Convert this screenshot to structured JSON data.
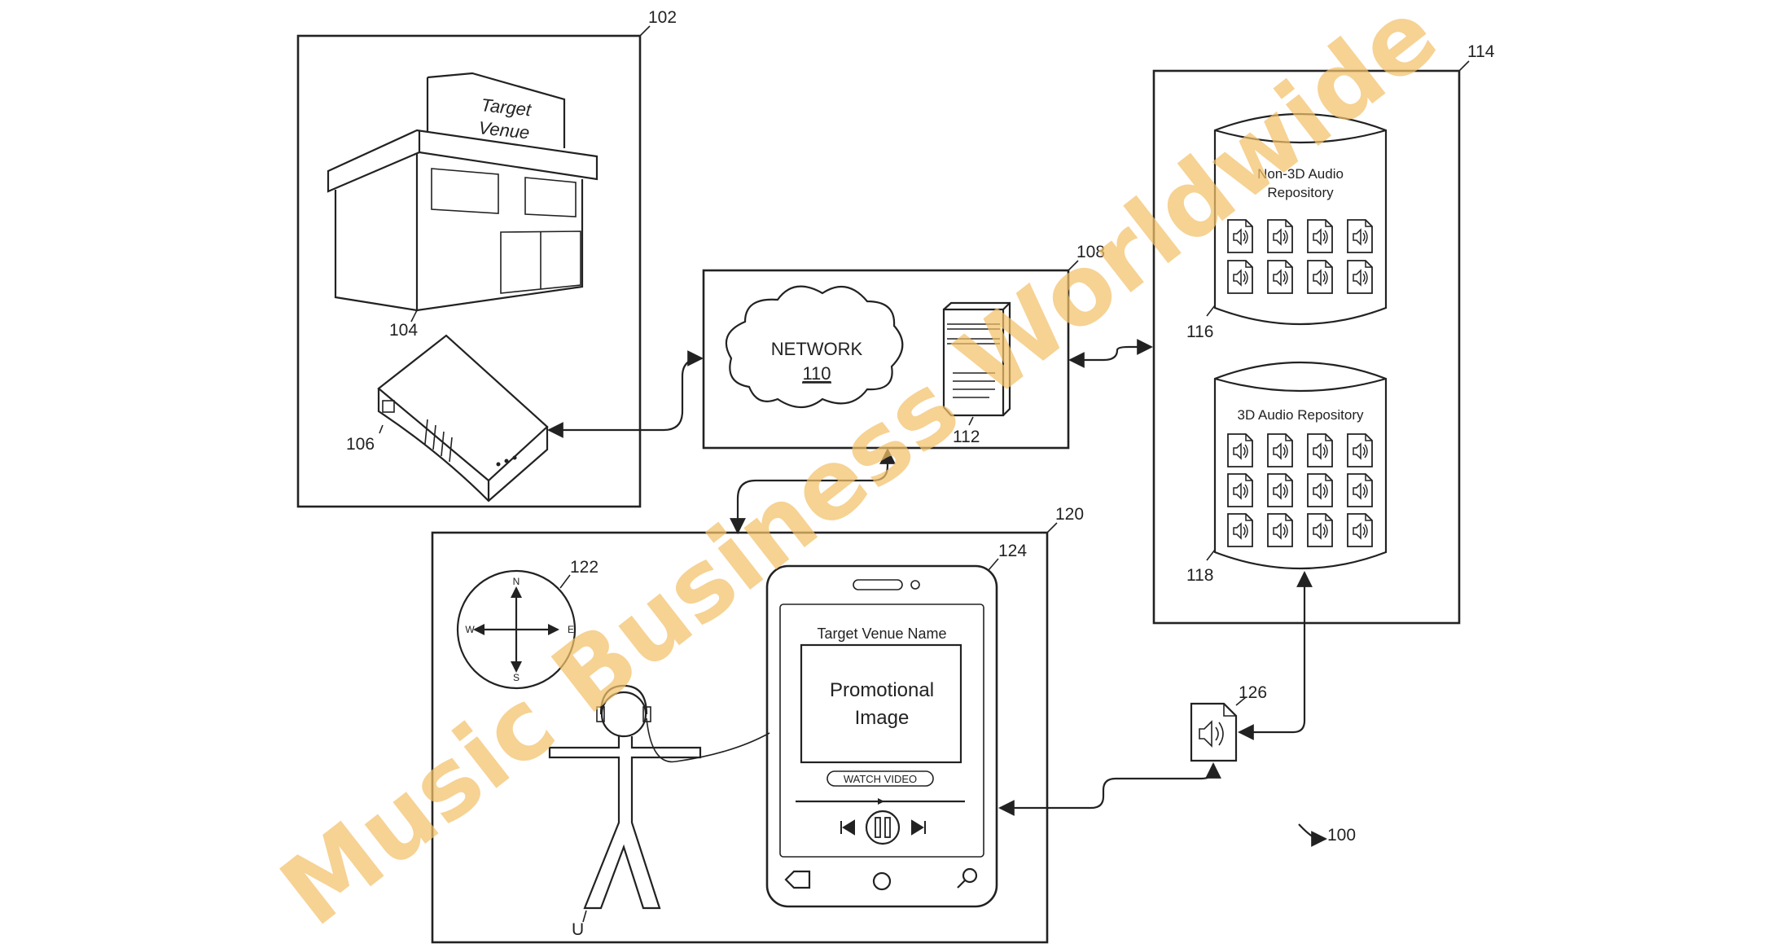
{
  "figure_ref": "100",
  "venue": {
    "box_ref": "102",
    "sign_line1": "Target",
    "sign_line2": "Venue",
    "building_ref": "104",
    "device_ref": "106"
  },
  "network_box": {
    "box_ref": "108",
    "cloud_label": "NETWORK",
    "cloud_ref": "110",
    "server_ref": "112"
  },
  "repositories": {
    "box_ref": "114",
    "non3d": {
      "title_line1": "Non-3D Audio",
      "title_line2": "Repository",
      "ref": "116",
      "file_count": 8
    },
    "audio3d": {
      "title": "3D Audio Repository",
      "ref": "118",
      "file_count": 12
    }
  },
  "user_area": {
    "box_ref": "120",
    "compass_ref": "122",
    "compass_letters": {
      "n": "N",
      "s": "S",
      "e": "E",
      "w": "W"
    },
    "phone_ref": "124",
    "phone": {
      "venue_name": "Target Venue Name",
      "promo_line1": "Promotional",
      "promo_line2": "Image",
      "watch_button": "WATCH VIDEO"
    },
    "user_ref": "U"
  },
  "audio_file_ref": "126",
  "watermark": "Music Business Worldwide"
}
